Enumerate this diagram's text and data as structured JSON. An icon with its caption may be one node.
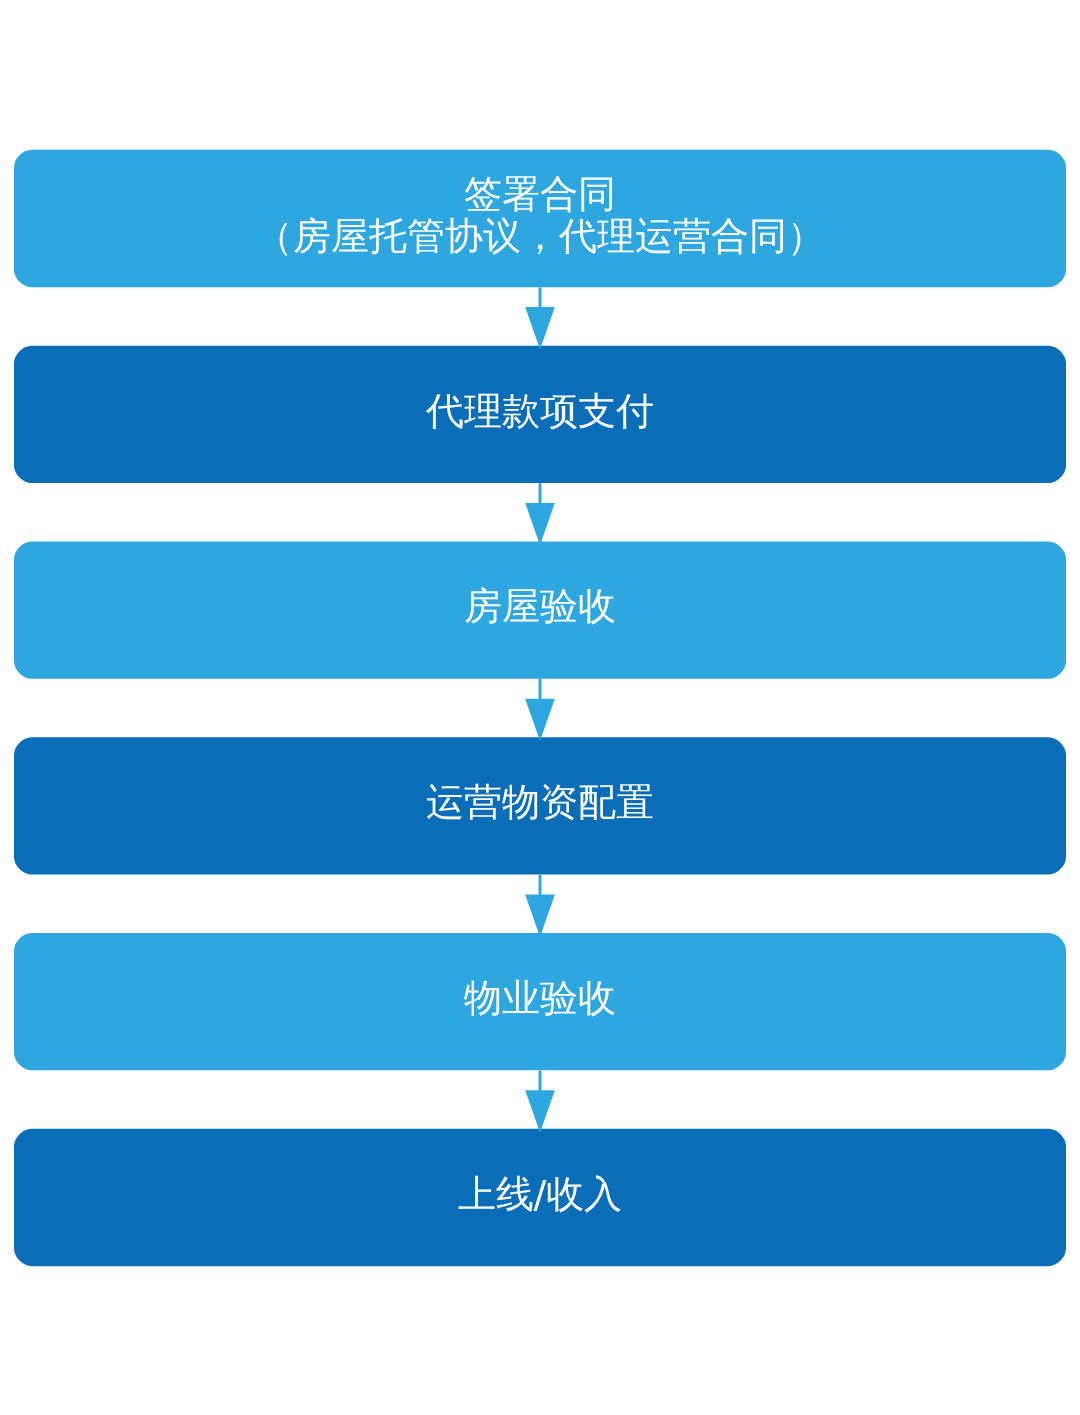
{
  "diagram": {
    "nodes": [
      {
        "text": [
          "签署合同",
          "（房屋托管协议，代理运营合同）"
        ]
      },
      {
        "text": [
          "代理款项支付"
        ]
      },
      {
        "text": [
          "房屋验收"
        ]
      },
      {
        "text": [
          "运营物资配置"
        ]
      },
      {
        "text": [
          "物业验收"
        ]
      },
      {
        "text": [
          "上线/收入"
        ]
      }
    ],
    "edges": [
      {
        "from": 0,
        "to": 1,
        "arrow": "to"
      },
      {
        "from": 1,
        "to": 2,
        "arrow": "to"
      },
      {
        "from": 2,
        "to": 3,
        "arrow": "to"
      },
      {
        "from": 3,
        "to": 4,
        "arrow": "to"
      },
      {
        "from": 4,
        "to": 5,
        "arrow": "to"
      }
    ]
  }
}
